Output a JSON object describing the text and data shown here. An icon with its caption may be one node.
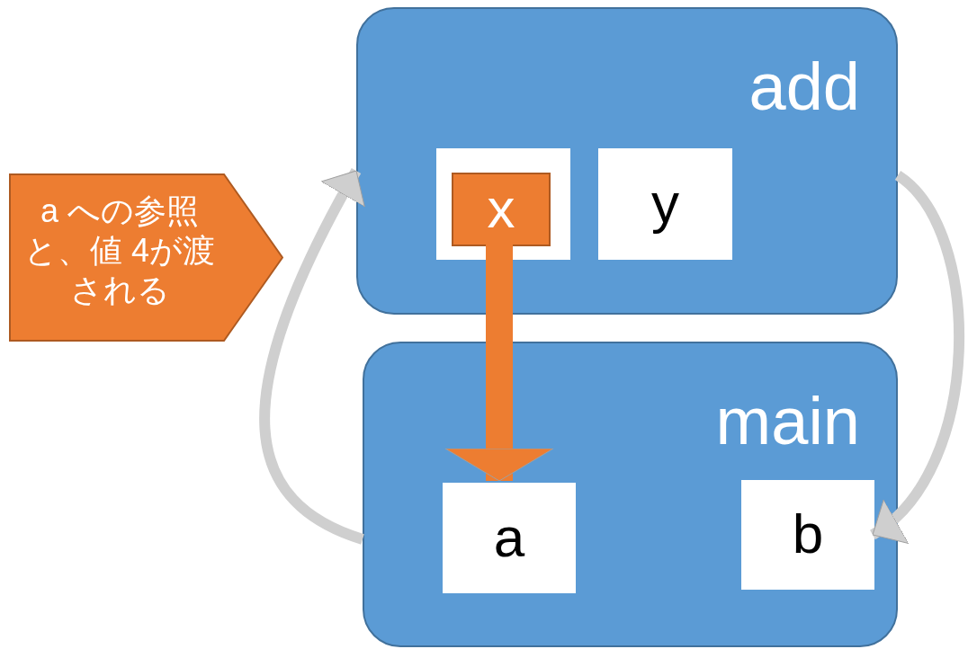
{
  "diagram": {
    "nodes": [
      {
        "text": [
          "add"
        ]
      },
      {
        "text": [],
        "shape": "box",
        "in": 0
      },
      {
        "text": [
          "x"
        ],
        "in": 1
      },
      {
        "text": [
          "y"
        ],
        "in": 0
      },
      {
        "text": [
          "main"
        ]
      },
      {
        "text": [
          "a"
        ],
        "in": 4
      },
      {
        "text": [
          "b"
        ],
        "in": 4
      },
      {
        "text": [
          "a への参照と、値 4が渡される"
        ]
      }
    ],
    "edges": [
      {
        "from": 2,
        "to": 5,
        "arrow": "to",
        "style": "thick",
        "color": "#ed7d31"
      },
      {
        "from": 4,
        "to": 0,
        "arrow": "to"
      },
      {
        "from": 0,
        "to": 6,
        "arrow": "to"
      }
    ]
  }
}
